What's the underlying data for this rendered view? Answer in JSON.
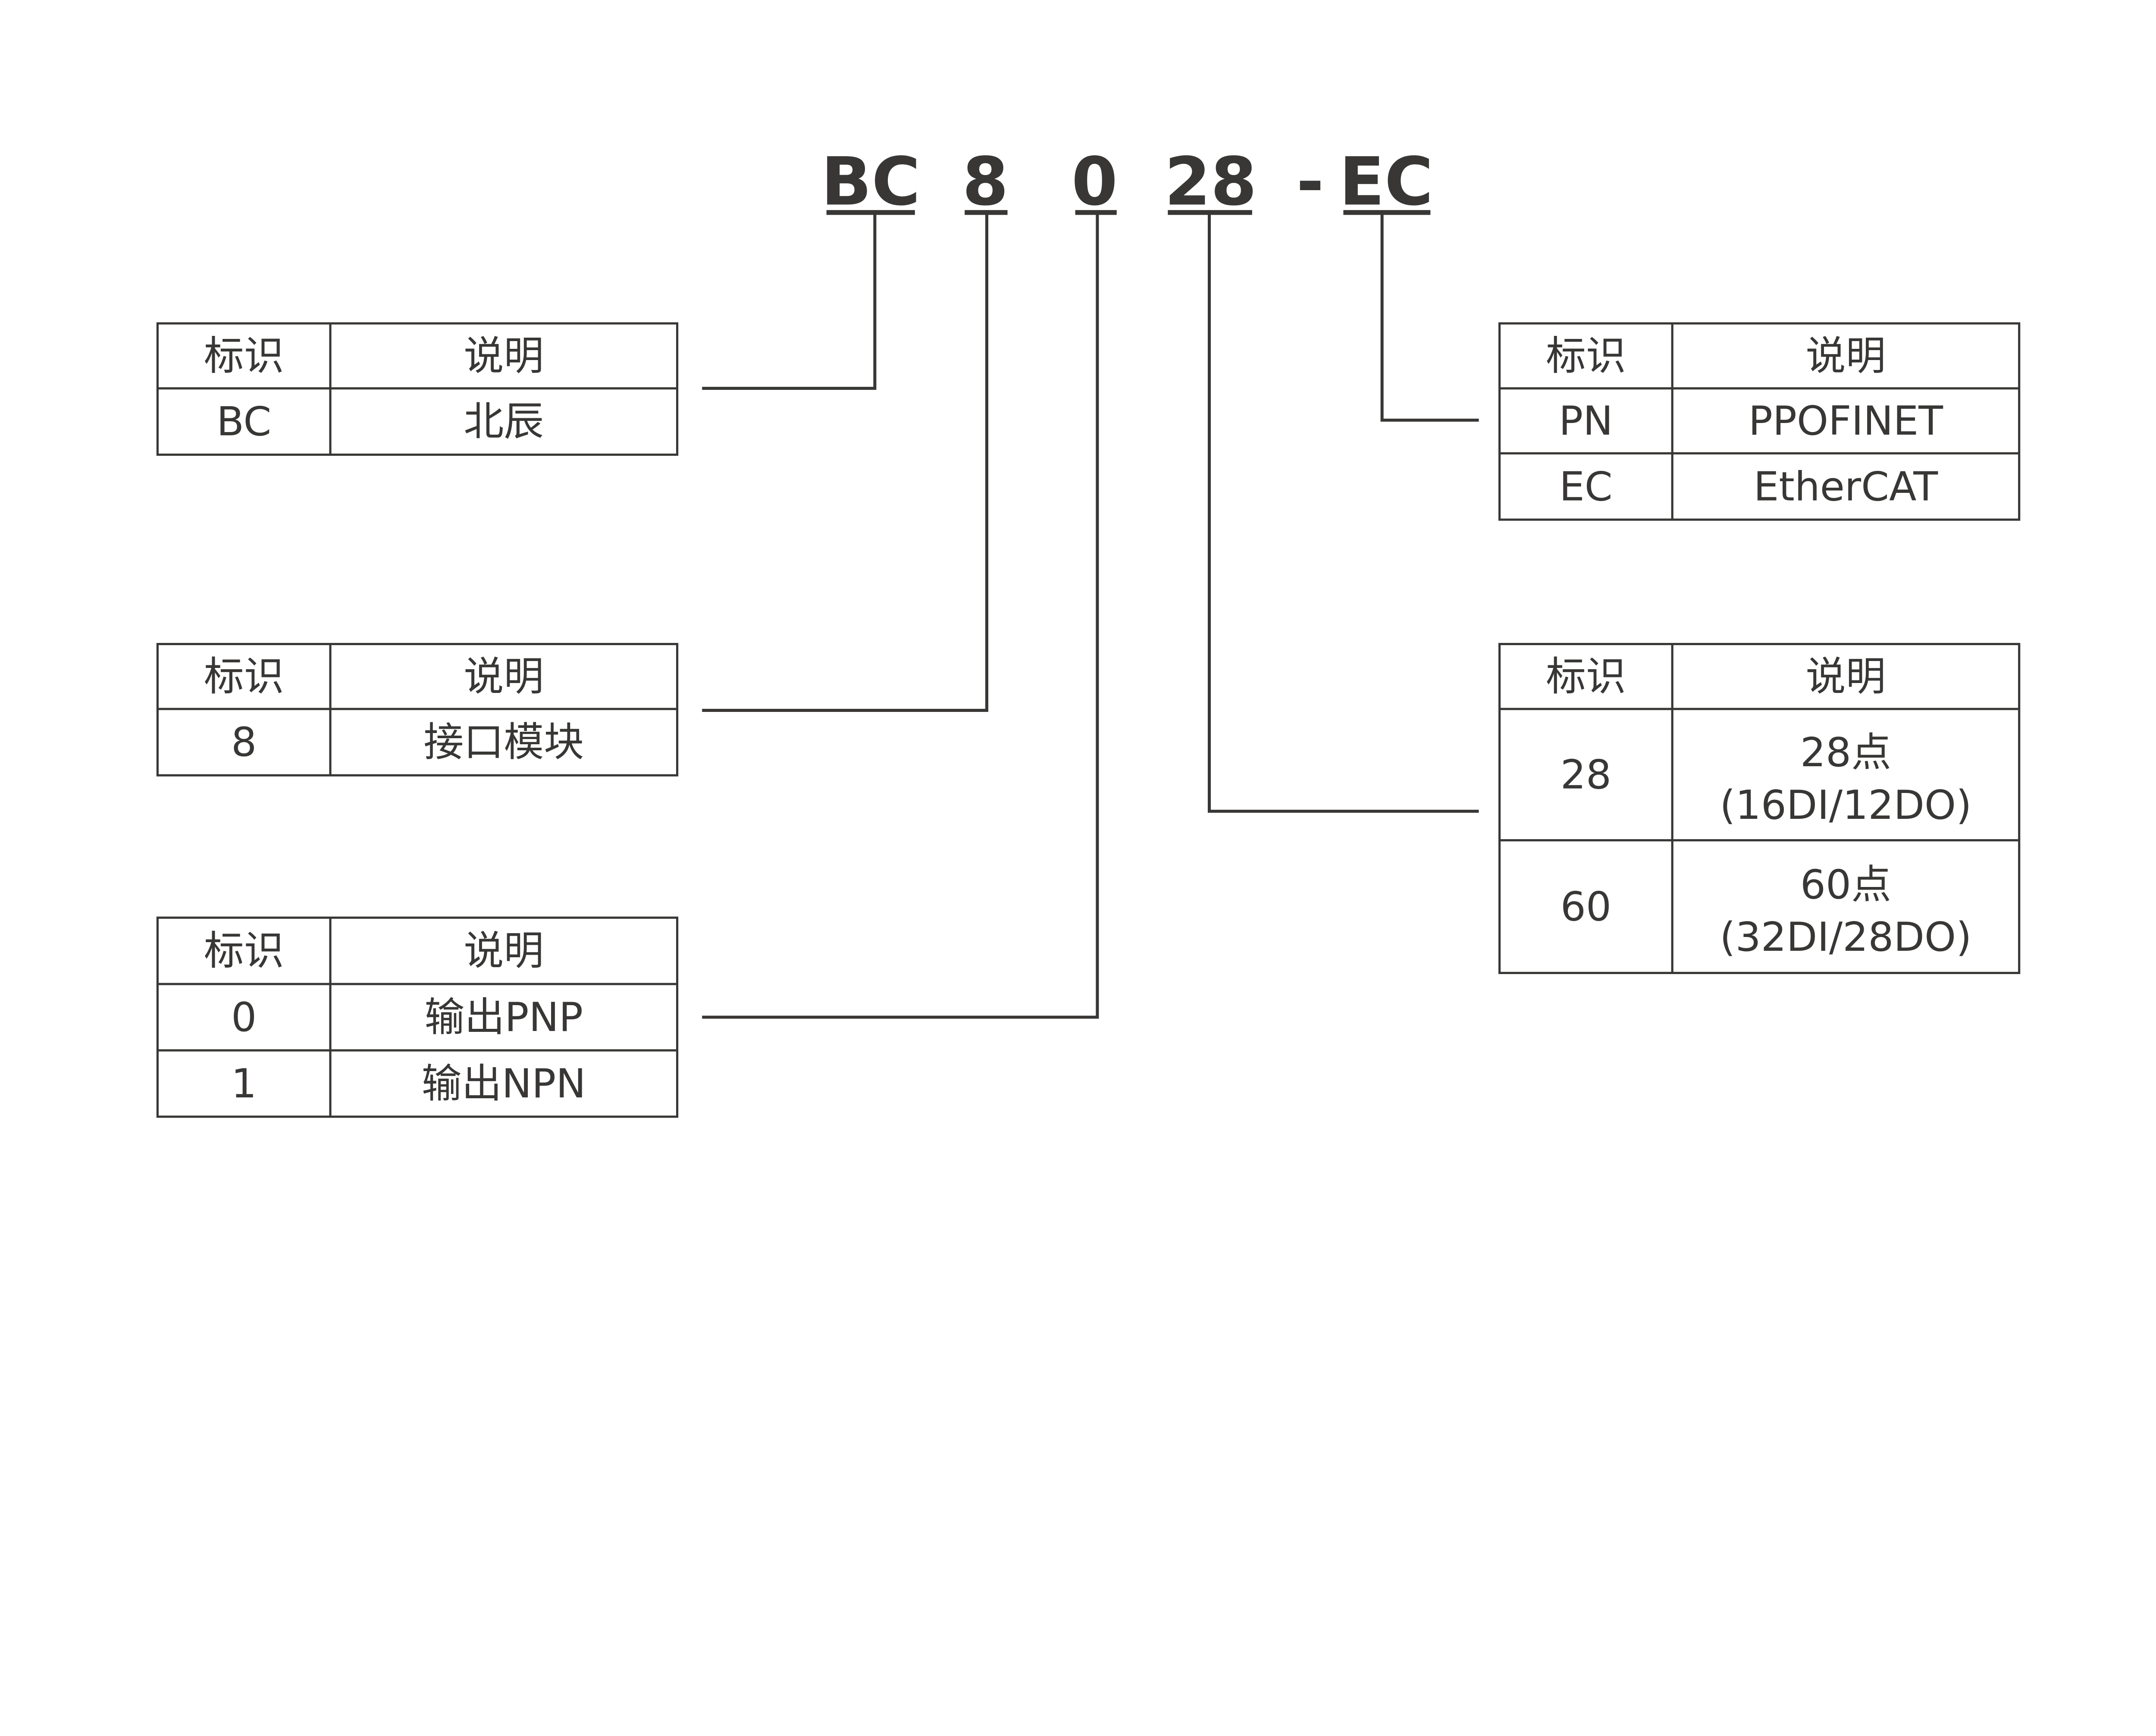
{
  "colors": {
    "ink": "#383735",
    "background": "#ffffff"
  },
  "model_code": {
    "parts": [
      "BC",
      "8",
      "0",
      "28",
      "-",
      "EC"
    ]
  },
  "tables": [
    {
      "id": "brand",
      "header": [
        "标识",
        "说明"
      ],
      "rows": [
        [
          "BC",
          "北辰"
        ]
      ]
    },
    {
      "id": "module",
      "header": [
        "标识",
        "说明"
      ],
      "rows": [
        [
          "8",
          "接口模块"
        ]
      ]
    },
    {
      "id": "output",
      "header": [
        "标识",
        "说明"
      ],
      "rows": [
        [
          "0",
          "输出PNP"
        ],
        [
          "1",
          "输出NPN"
        ]
      ]
    },
    {
      "id": "bus",
      "header": [
        "标识",
        "说明"
      ],
      "rows": [
        [
          "PN",
          "PPOFINET"
        ],
        [
          "EC",
          "EtherCAT"
        ]
      ]
    },
    {
      "id": "points",
      "header": [
        "标识",
        "说明"
      ],
      "rows": [
        [
          "28",
          "28点",
          "(16DI/12DO)"
        ],
        [
          "60",
          "60点",
          "(32DI/28DO)"
        ]
      ]
    }
  ]
}
